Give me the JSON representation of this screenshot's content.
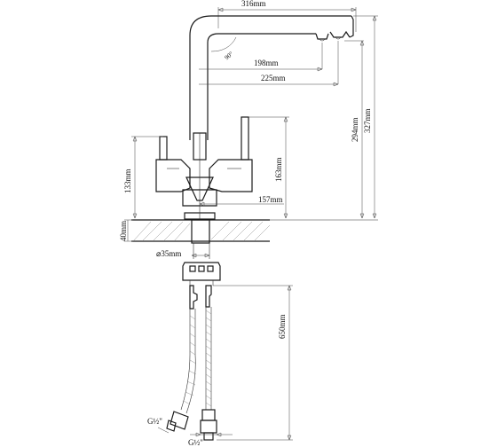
{
  "dimensions": {
    "width_total": "316mm",
    "angle": "90°",
    "spout_198": "198mm",
    "spout_225": "225mm",
    "height_294": "294mm",
    "height_327": "327mm",
    "height_163": "163mm",
    "height_133": "133mm",
    "width_157": "157mm",
    "thickness_40": "40mm",
    "diameter_35": "⌀35mm",
    "hose_650": "650mm",
    "thread_left": "G½\"",
    "thread_bottom": "G½\""
  }
}
